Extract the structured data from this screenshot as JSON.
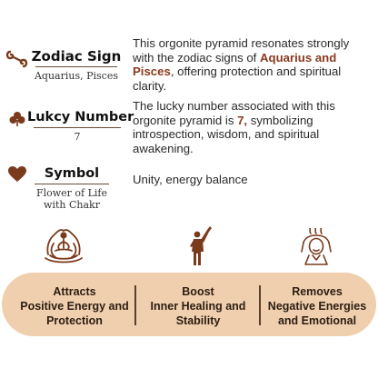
{
  "zodiac": {
    "title": "Zodiac Sign",
    "subtitle": "Aquarius, Pisces",
    "desc_before": "This orgonite pyramid resonates strongly with the zodiac signs of ",
    "desc_bold": "Aquarius and Pisces",
    "desc_after": ", offering protection and spiritual clarity."
  },
  "lucky": {
    "title": "Lukcy Number",
    "subtitle": "7",
    "desc_before": "The lucky number associated with this orgonite pyramid is ",
    "desc_bold": "7,",
    "desc_after": " symbolizing introspection, wisdom, and spiritual awakening."
  },
  "symbol": {
    "title": "Symbol",
    "subtitle_line1": "Flower of Life",
    "subtitle_line2": "with Chakr",
    "desc": "Unity, energy balance"
  },
  "benefits": [
    {
      "line1": "Attracts",
      "line2": "Positive Energy and",
      "line3": "Protection"
    },
    {
      "line1": "Boost",
      "line2": "Inner Healing and",
      "line3": "Stability"
    },
    {
      "line1": "Removes",
      "line2": "Negative Energies",
      "line3": "and Emotional"
    }
  ],
  "icons": [
    "pisces-glyph-icon",
    "clover-icon",
    "heart-icon",
    "lotus-meditation-icon",
    "victory-figure-icon",
    "headache-relief-icon"
  ],
  "colors": {
    "brown": "#7a3a1c",
    "pill": "#efcfae",
    "accent_text": "#8a3a1e"
  }
}
